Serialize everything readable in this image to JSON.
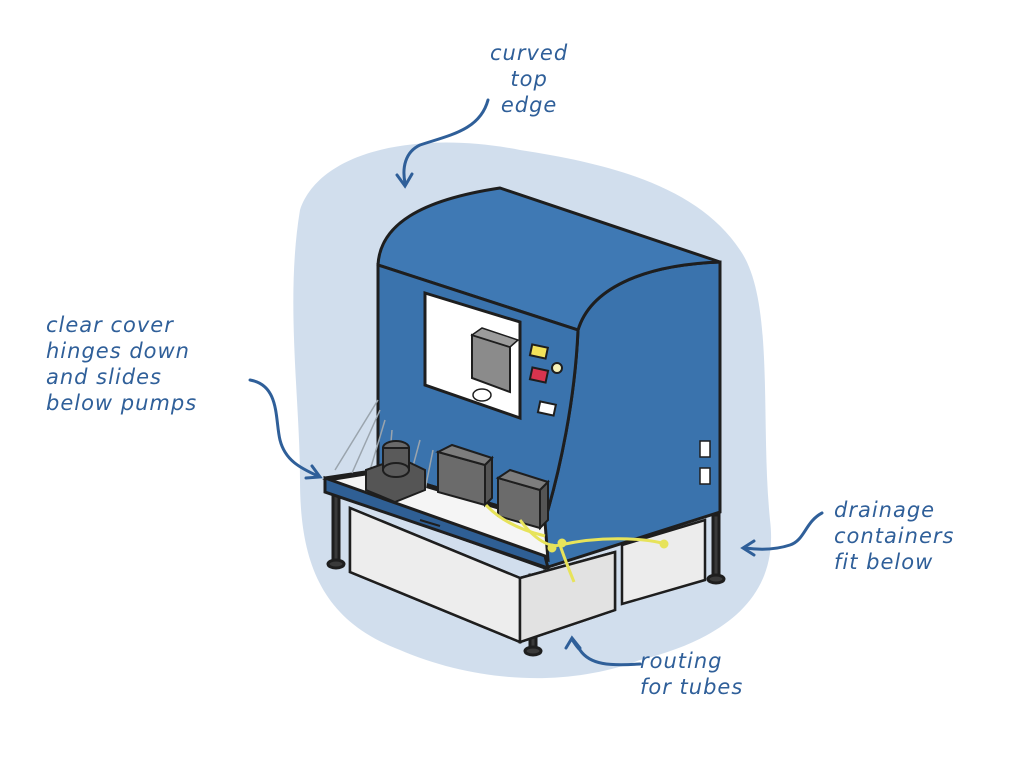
{
  "annotations": {
    "curved_top_edge": [
      "curved",
      "top",
      "edge"
    ],
    "clear_cover": [
      "clear cover",
      "hinges down",
      "and slides",
      "below pumps"
    ],
    "drainage": [
      "drainage",
      "containers",
      "fit below"
    ],
    "routing": [
      "routing",
      "for tubes"
    ]
  },
  "colors": {
    "housing_blue": "#3a73ad",
    "glow": "#c9d8ea",
    "ink": "#1e1e1e",
    "annotation": "#2f5f99",
    "tube": "#e7e35a",
    "button_yellow": "#f2e25a",
    "button_red": "#d8344e"
  }
}
